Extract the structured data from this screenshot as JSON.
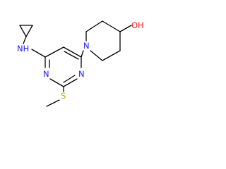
{
  "atoms": {
    "amine_nh": {
      "label": "NH",
      "color": "#1a1aff"
    },
    "ring_n1": {
      "label": "N",
      "color": "#1a1aff"
    },
    "ring_n3": {
      "label": "N",
      "color": "#1a1aff"
    },
    "piperidine_n": {
      "label": "N",
      "color": "#1a1aff"
    },
    "hydroxyl": {
      "label": "OH",
      "color": "#ff1a1a"
    },
    "sulfur": {
      "label": "S",
      "color": "#b3b300"
    }
  },
  "colors": {
    "bond": "#000000",
    "background": "#ffffff"
  }
}
